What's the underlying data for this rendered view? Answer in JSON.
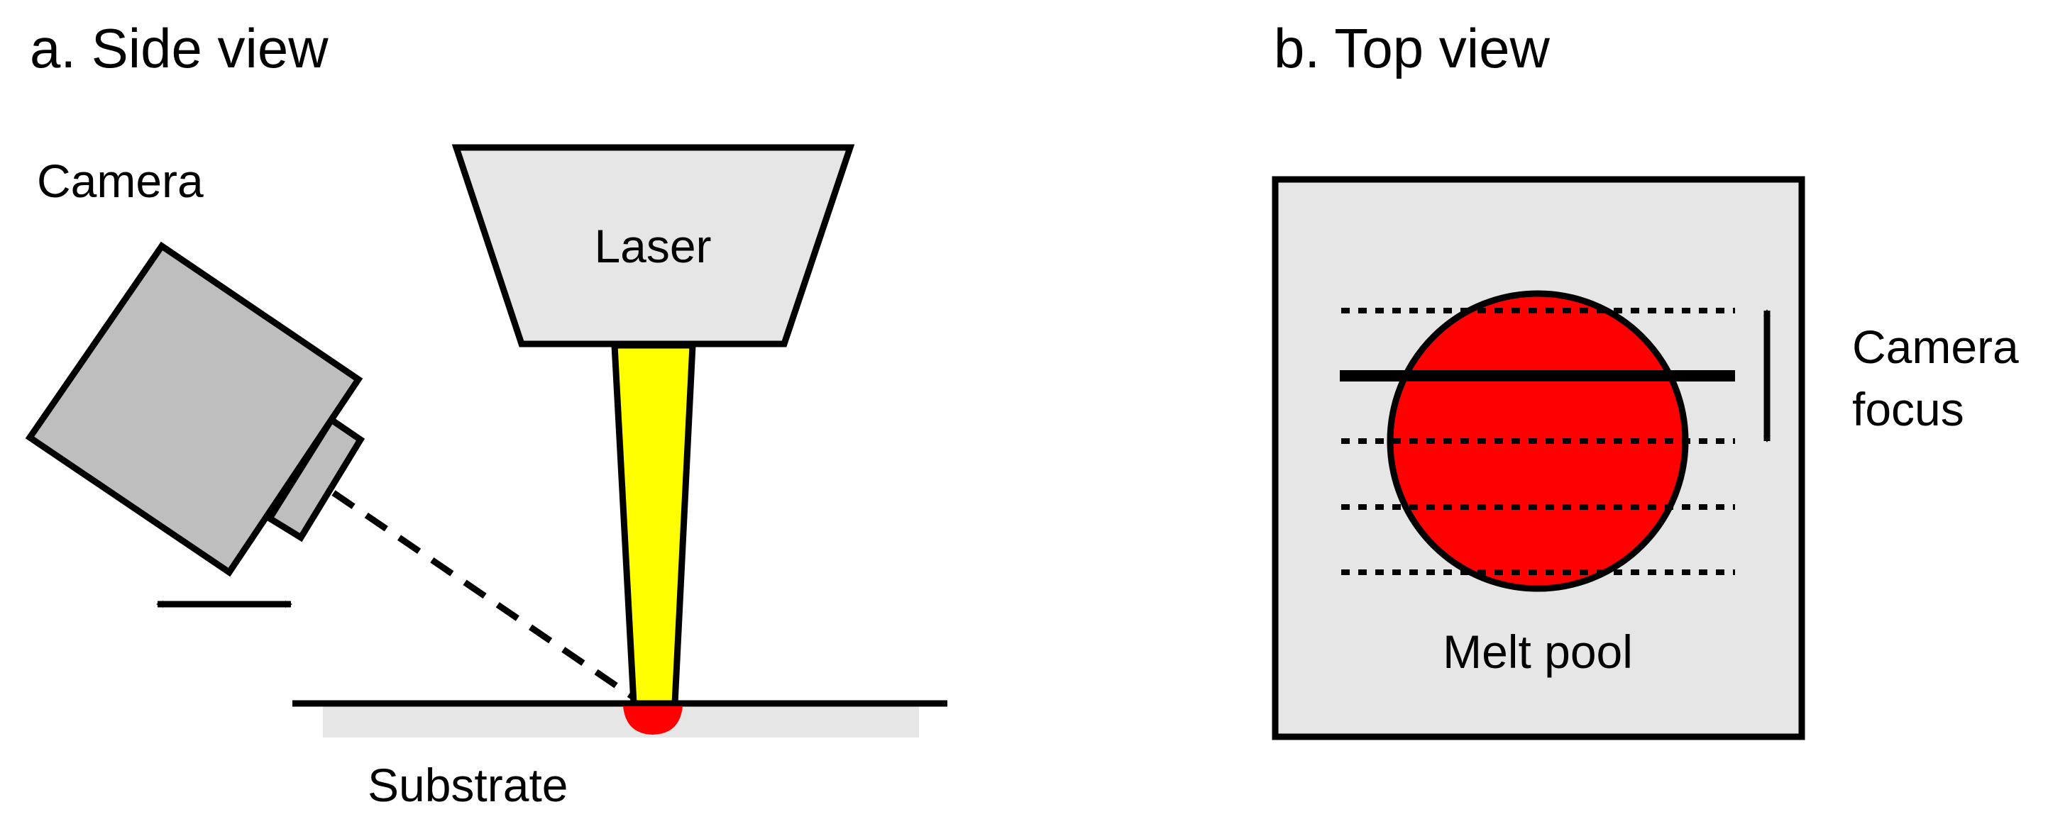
{
  "panels": {
    "side_view": {
      "title": "a. Side view",
      "camera_label": "Camera",
      "laser_label": "Laser",
      "substrate_label": "Substrate"
    },
    "top_view": {
      "title": "b. Top view",
      "camera_focus_label_line1": "Camera",
      "camera_focus_label_line2": "focus",
      "melt_pool_label": "Melt pool"
    }
  },
  "colors": {
    "laser_body": "#e6e6e6",
    "camera_body": "#bebebe",
    "beam": "#ffff00",
    "melt_pool": "#ff0000",
    "substrate": "#e6e6e6",
    "top_view_plate": "#e6e6e6",
    "outline": "#000000"
  }
}
